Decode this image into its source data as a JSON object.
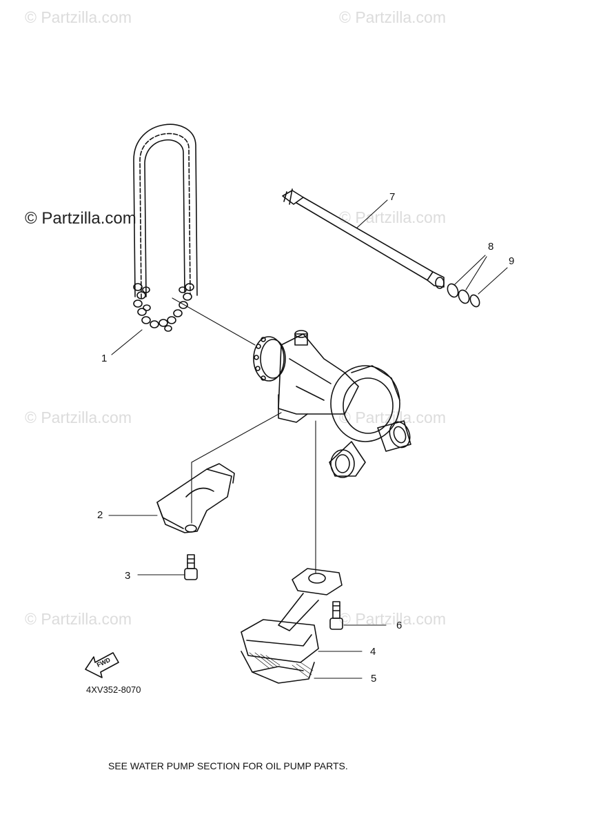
{
  "watermark": {
    "text": "© Partzilla.com",
    "main_text": "© Partzilla.com"
  },
  "callouts": {
    "c1": "1",
    "c2": "2",
    "c3": "3",
    "c4": "4",
    "c5": "5",
    "c6": "6",
    "c7": "7",
    "c8": "8",
    "c9": "9"
  },
  "fwd_label": "FWD",
  "diagram_code": "4XV352-8070",
  "footnote": "SEE WATER PUMP SECTION FOR OIL PUMP PARTS."
}
